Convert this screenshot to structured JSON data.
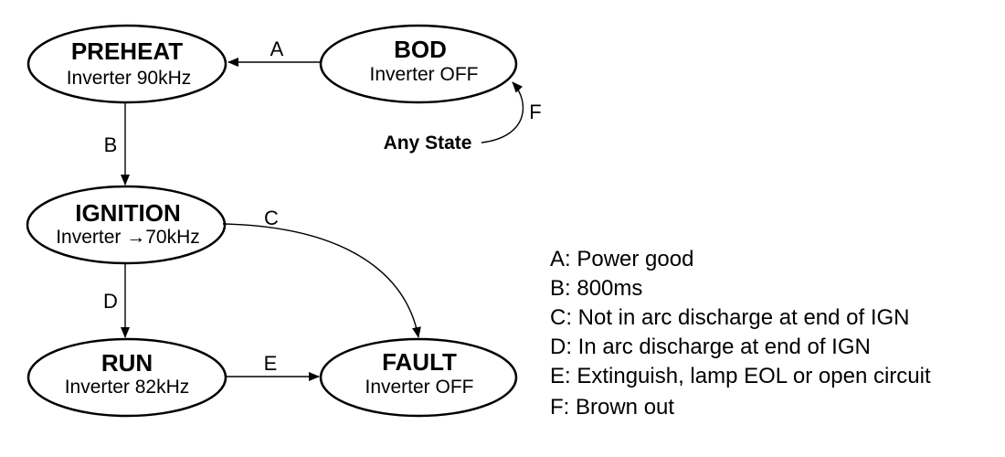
{
  "states": {
    "preheat": {
      "title": "PREHEAT",
      "sub": "Inverter 90kHz"
    },
    "bod": {
      "title": "BOD",
      "sub": "Inverter OFF"
    },
    "ignition": {
      "title": "IGNITION",
      "sub_prefix": "Inverter ",
      "sub_arrow": "→",
      "sub_suffix": "70kHz"
    },
    "run": {
      "title": "RUN",
      "sub": "Inverter 82kHz"
    },
    "fault": {
      "title": "FAULT",
      "sub": "Inverter OFF"
    }
  },
  "transitions": {
    "a": "A",
    "b": "B",
    "c": "C",
    "d": "D",
    "e": "E",
    "f": "F"
  },
  "any_state": "Any State",
  "legend": [
    "A: Power good",
    "B: 800ms",
    "C: Not in arc discharge at end of IGN",
    "D: In arc discharge at end of IGN",
    "E: Extinguish, lamp EOL or open circuit",
    "F: Brown out"
  ]
}
